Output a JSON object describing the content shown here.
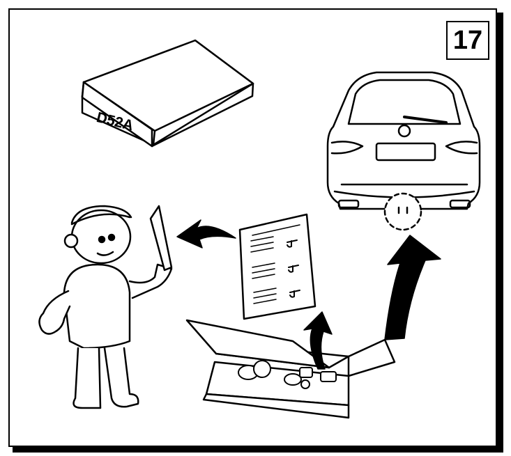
{
  "step_number": "17",
  "box_label": "D52A",
  "colors": {
    "ink": "#000000",
    "paper": "#ffffff"
  },
  "icons": [
    "mechanic-figure",
    "part-box",
    "instruction-sheet",
    "open-kit-box",
    "car-rear-view",
    "curved-arrow"
  ]
}
